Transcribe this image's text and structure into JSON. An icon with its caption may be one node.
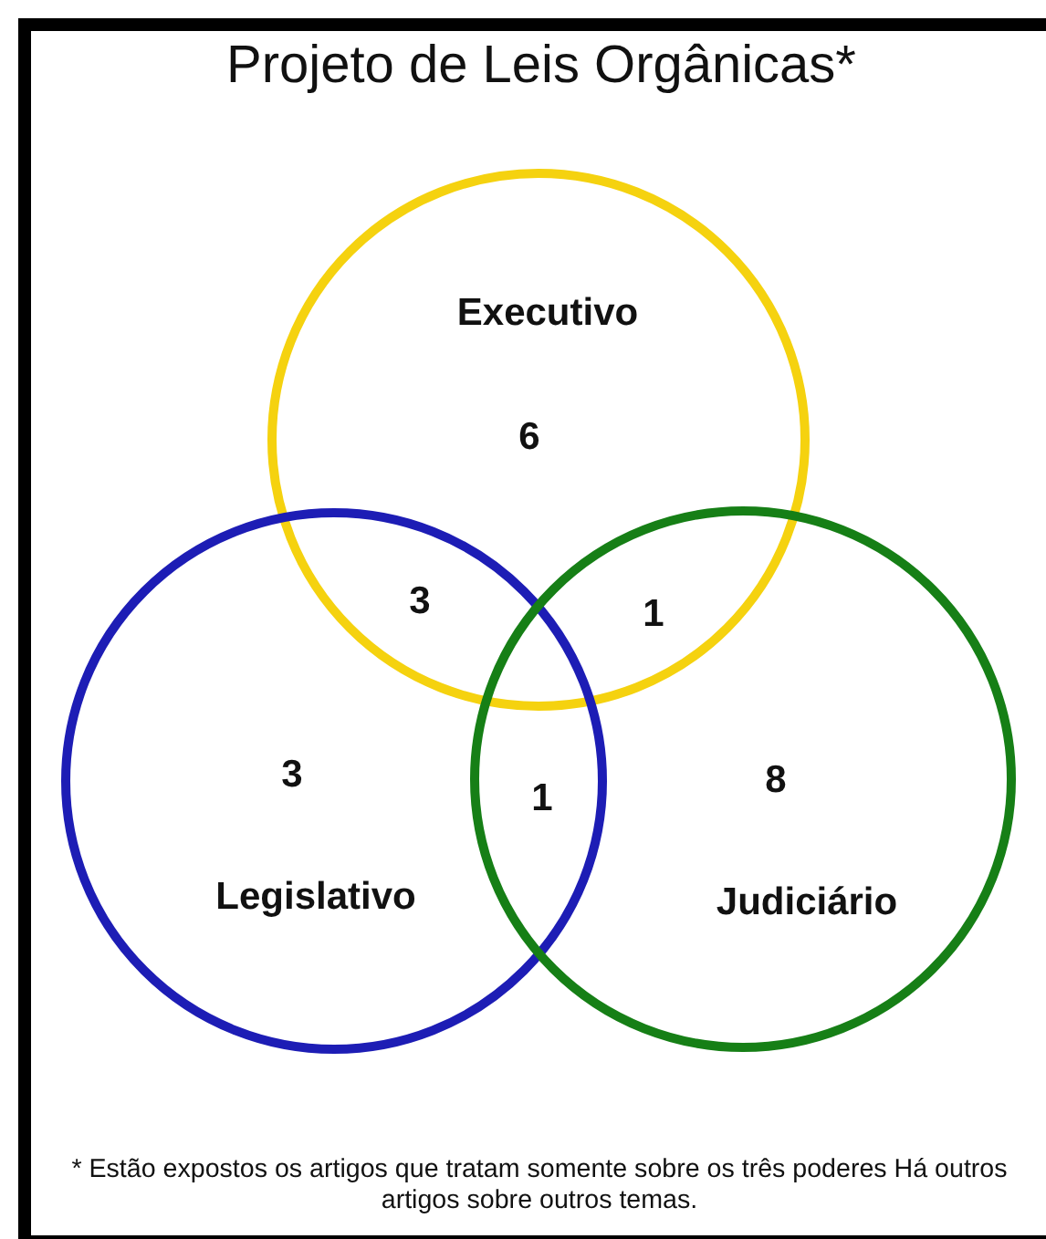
{
  "diagram": {
    "title": "Projeto de Leis Orgânicas*",
    "nodes": [
      {
        "text": [
          "Executivo"
        ]
      },
      {
        "text": [
          "Legislativo"
        ]
      },
      {
        "text": [
          "Judiciário"
        ]
      }
    ],
    "labels": [
      "6",
      "3",
      "1",
      "3",
      "1",
      "8"
    ],
    "caption": "* Estão expostos os artigos que tratam somente sobre os três poderes Há outros artigos sobre outros temas."
  }
}
